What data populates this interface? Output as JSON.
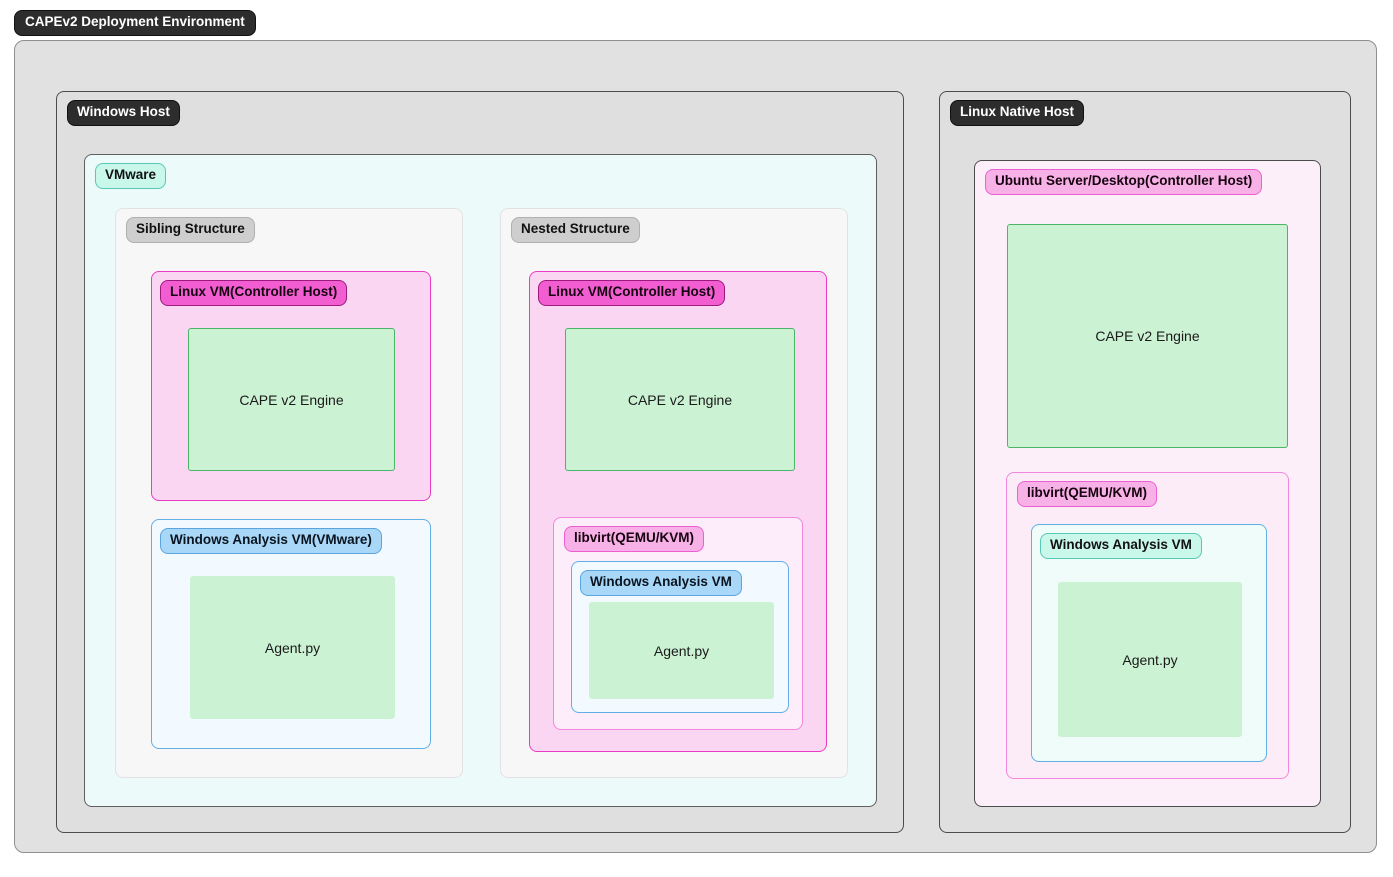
{
  "title": "CAPEv2 Deployment Environment",
  "colors": {
    "dark_badge_bg": "#2d2d2d",
    "outer_fill": "#e1e1e1",
    "host_fill": "#dfdfdf",
    "vmware_fill": "#ecfbfa",
    "mint_badge_bg": "#c9f7ea",
    "mint_badge_border": "#57c9b6",
    "structure_fill": "#f7f7f7",
    "gray_badge_bg": "#cecece",
    "magenta_badge_bg": "#f25ed2",
    "magenta_badge_border": "#9c1a7e",
    "pink_box_fill": "#fbd6f3",
    "pink_box_border": "#ea3bc6",
    "light_pink_badge_bg": "#f7b1e6",
    "light_pink_box_fill": "#fdecf9",
    "light_pink_box_border": "#f387dd",
    "blue_badge_bg": "#a9d7f7",
    "blue_box_fill": "#f3faff",
    "blue_box_border": "#62aee6",
    "cyan_box_fill": "#effcfa",
    "green_node_fill": "#ccf2d4",
    "green_node_border": "#4cb468"
  },
  "windows_host": {
    "label": "Windows Host",
    "vmware": {
      "label": "VMware",
      "sibling": {
        "label": "Sibling Structure",
        "linux_vm": {
          "label": "Linux VM(Controller Host)",
          "engine_label": "CAPE v2 Engine"
        },
        "analysis_vm": {
          "label": "Windows Analysis VM(VMware)",
          "agent_label": "Agent.py"
        }
      },
      "nested": {
        "label": "Nested Structure",
        "linux_vm": {
          "label": "Linux VM(Controller Host)",
          "engine_label": "CAPE v2 Engine",
          "libvirt": {
            "label": "libvirt(QEMU/KVM)",
            "analysis_vm": {
              "label": "Windows Analysis VM",
              "agent_label": "Agent.py"
            }
          }
        }
      }
    }
  },
  "linux_native_host": {
    "label": "Linux Native Host",
    "ubuntu": {
      "label": "Ubuntu Server/Desktop(Controller Host)",
      "engine_label": "CAPE v2 Engine",
      "libvirt": {
        "label": "libvirt(QEMU/KVM)",
        "analysis_vm": {
          "label": "Windows Analysis VM",
          "agent_label": "Agent.py"
        }
      }
    }
  }
}
